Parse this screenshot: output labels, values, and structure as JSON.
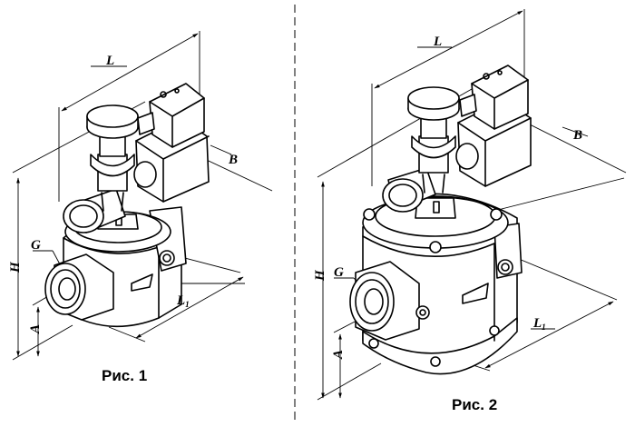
{
  "figures": [
    {
      "caption": "Рис. 1",
      "dimensions": {
        "L": "L",
        "B": "B",
        "H": "H",
        "G": "G",
        "A": "A",
        "L1": "L",
        "L1_sub": "1"
      }
    },
    {
      "caption": "Рис. 2",
      "dimensions": {
        "L": "L",
        "B": "B",
        "H": "H",
        "G": "G",
        "A": "A",
        "L1": "L",
        "L1_sub": "1"
      }
    }
  ]
}
